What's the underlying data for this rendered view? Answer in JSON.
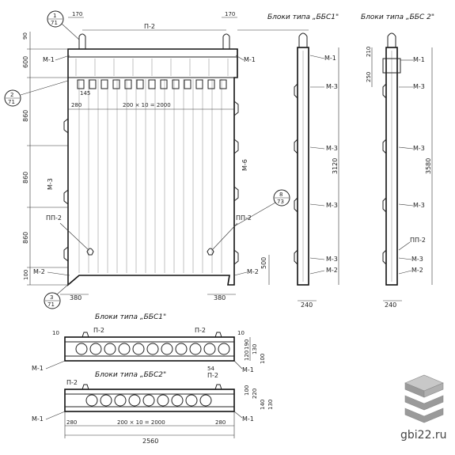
{
  "titles": {
    "bbs1": "Блоки типа „ББС1\"",
    "bbs2": "Блоки типа „ББС 2\"",
    "plan_bbs1": "Блоки типа „ББС1\"",
    "plan_bbs2": "Блоки типа „ББС2\""
  },
  "marks": {
    "m1": "М-1",
    "m2": "М-2",
    "m3": "М-3",
    "m6": "М-6",
    "p2": "П-2",
    "pp2": "ПП-2"
  },
  "callouts": {
    "c1_num": "1",
    "c1_den": "71",
    "c2_num": "2",
    "c2_den": "71",
    "c3_num": "3",
    "c3_den": "71",
    "c8_num": "8",
    "c8_den": "73"
  },
  "dims": {
    "top_170_left": "170",
    "top_170_right": "170",
    "left_90": "90",
    "left_600": "600",
    "left_860_a": "860",
    "left_860_b": "860",
    "left_860_c": "860",
    "left_100": "100",
    "inner_280": "280",
    "inner_200x10": "200 × 10 = 2000",
    "pitch_145": "145",
    "bottom_380_left": "380",
    "bottom_380_right": "380",
    "right_500": "500",
    "side_250": "250",
    "side_210": "210",
    "side_3120": "3120",
    "side_3580": "3580",
    "side_240_a": "240",
    "side_240_b": "240",
    "plan_10_left": "10",
    "plan_10_right": "10",
    "plan_190": "190",
    "plan_130": "130",
    "plan_120": "120",
    "plan_100": "100",
    "plan_54": "54",
    "plan2_100": "100",
    "plan2_220": "220",
    "plan2_140": "140",
    "plan2_130": "130",
    "plan2_280_l": "280",
    "plan2_280_r": "280",
    "plan2_200x10": "200 × 10 = 2000",
    "plan2_2560": "2560"
  },
  "watermark": "gbi22.ru",
  "colors": {
    "line": "#222222",
    "background": "#ffffff",
    "logo_grey": "#9a9a9a"
  }
}
